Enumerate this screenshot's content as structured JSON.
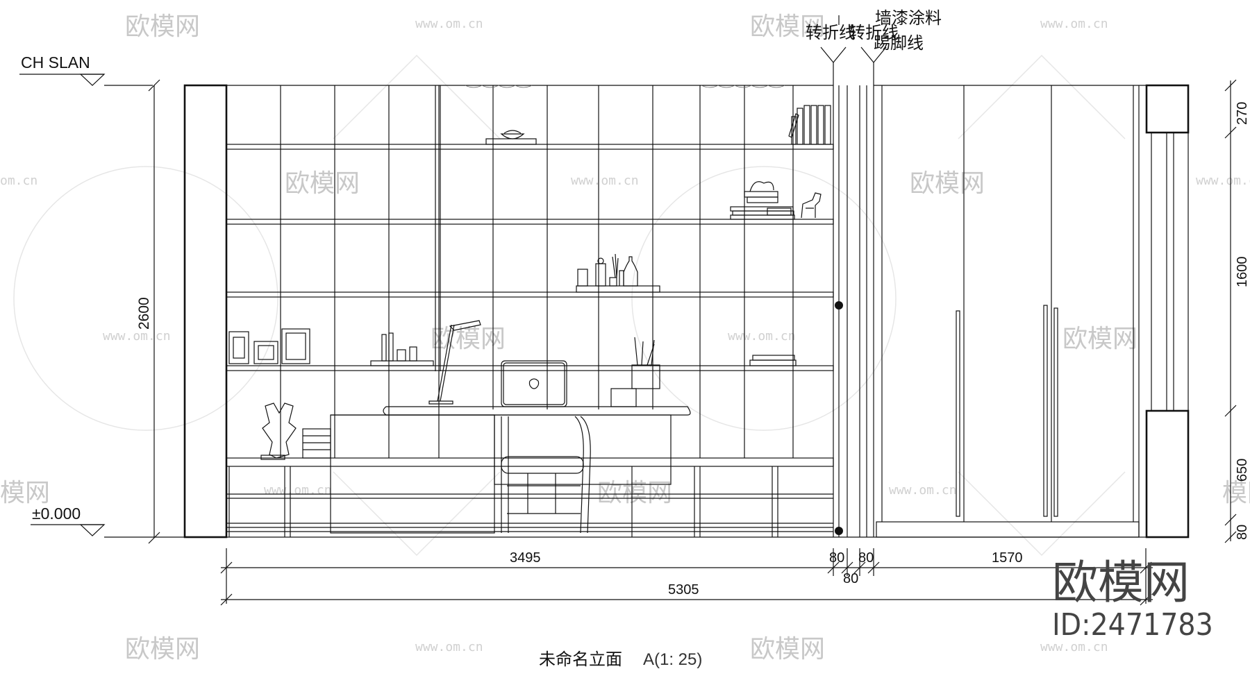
{
  "levels": {
    "ceiling": "CH SLAN",
    "floor": "±0.000"
  },
  "callouts": {
    "fold_line": "转折线",
    "wall_paint": "墙漆涂料",
    "fold_line_2": "转折线",
    "skirting": "踢脚线"
  },
  "dimensions": {
    "height_left": "2600",
    "bottom_a": "3495",
    "bottom_b": "80",
    "bottom_c": "80",
    "bottom_d": "1570",
    "bottom_mid": "80",
    "total": "5305",
    "right_1": "270",
    "right_2": "1600",
    "right_3": "650",
    "right_4": "80"
  },
  "title": {
    "name": "未命名立面",
    "scale": "A(1: 25)"
  },
  "brand": {
    "logo_text": "欧模网",
    "id_text": "ID:2471783",
    "watermark_text": "欧模网",
    "watermark_url": "www.om.cn",
    "watermark_url_short": "om.cn",
    "watermark_partial": "模网"
  }
}
